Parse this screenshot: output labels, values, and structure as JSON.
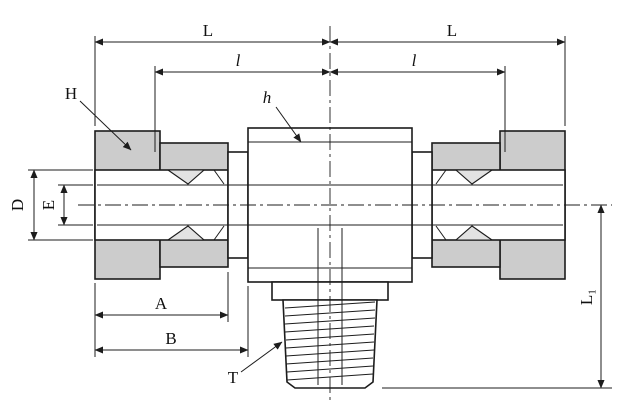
{
  "drawing": {
    "type": "male-branch-tee-tube-fitting-dimension-drawing",
    "labels": {
      "dim_L_left": "L",
      "dim_L_right": "L",
      "dim_l_left": "l",
      "dim_l_right": "l",
      "dim_H": "H",
      "dim_h": "h",
      "dim_D": "D",
      "dim_E": "E",
      "dim_A": "A",
      "dim_B": "B",
      "dim_T": "T",
      "dim_L1": "L₁"
    },
    "colors": {
      "nut_fill": "#cccccc",
      "line": "#1c1c1c",
      "background": "#ffffff"
    }
  }
}
